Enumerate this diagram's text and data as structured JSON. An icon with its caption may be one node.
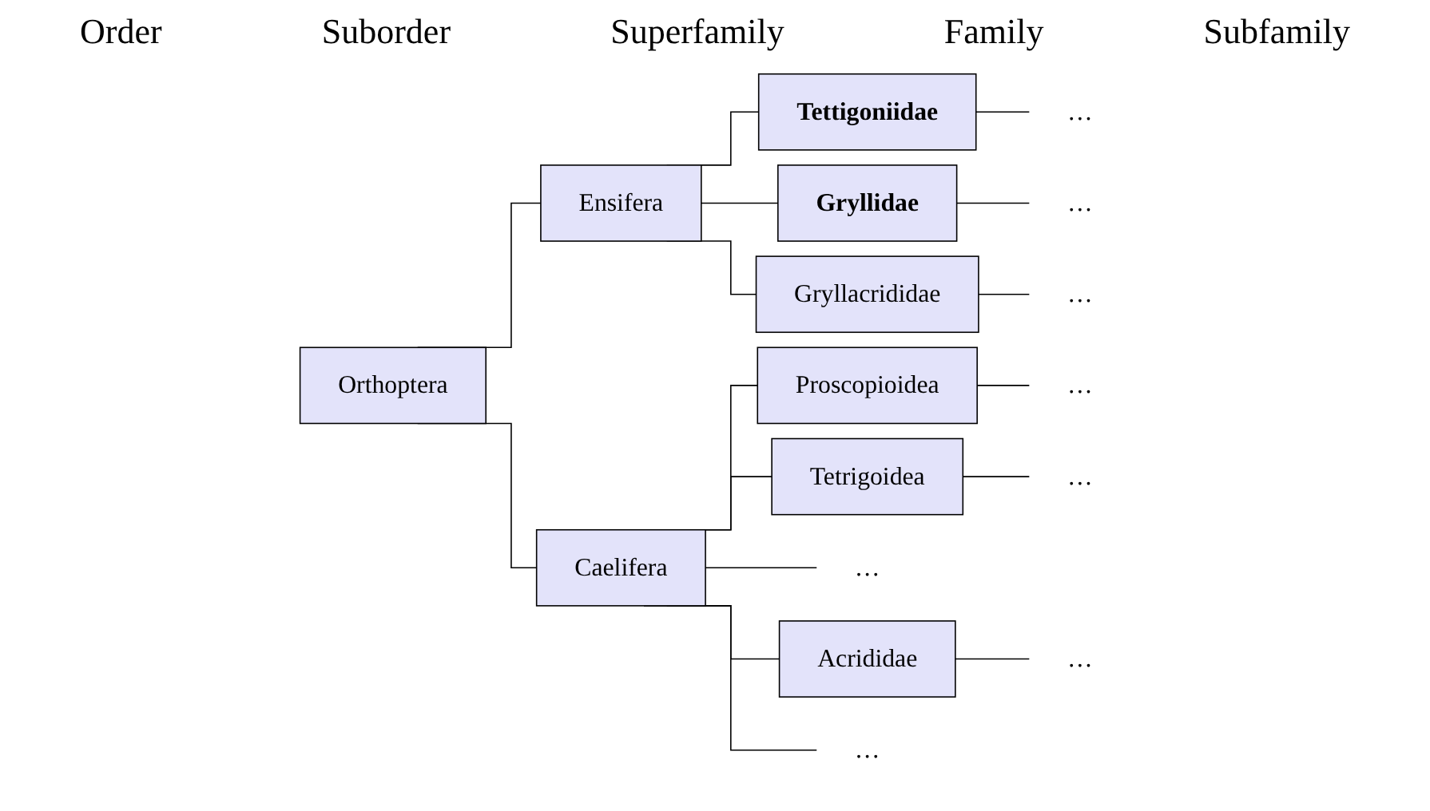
{
  "diagram": {
    "nodes": [
      {
        "text": [
          "Orthoptera"
        ]
      },
      {
        "text": [
          "Ensifera"
        ]
      },
      {
        "text": [
          "Caelifera"
        ]
      },
      {
        "text": [
          "Tettigoniidae"
        ]
      },
      {
        "text": [
          "Gryllidae"
        ]
      },
      {
        "text": [
          "Gryllacrididae"
        ]
      },
      {
        "text": [
          "…"
        ]
      },
      {
        "text": [
          "…"
        ]
      },
      {
        "text": [
          "…"
        ]
      },
      {
        "text": [
          "Proscopioidea"
        ]
      },
      {
        "text": [
          "Tetrigoidea"
        ]
      },
      {
        "text": [
          "…"
        ]
      },
      {
        "text": [
          "Acrididae"
        ]
      },
      {
        "text": [
          "…"
        ]
      },
      {
        "text": [
          "…"
        ]
      },
      {
        "text": [
          "…"
        ]
      },
      {
        "text": [
          "…"
        ]
      }
    ],
    "edges": [
      {
        "from": 0,
        "to": 1,
        "arrow": "none"
      },
      {
        "from": 0,
        "to": 2,
        "arrow": "none"
      },
      {
        "from": 1,
        "to": 3,
        "arrow": "none"
      },
      {
        "from": 1,
        "to": 4,
        "arrow": "none"
      },
      {
        "from": 1,
        "to": 5,
        "arrow": "none"
      },
      {
        "from": 3,
        "to": 6,
        "arrow": "none"
      },
      {
        "from": 4,
        "to": 7,
        "arrow": "none"
      },
      {
        "from": 5,
        "to": 8,
        "arrow": "none"
      },
      {
        "from": 2,
        "to": 9,
        "arrow": "none"
      },
      {
        "from": 2,
        "to": 10,
        "arrow": "none"
      },
      {
        "from": 2,
        "to": 11,
        "arrow": "none"
      },
      {
        "from": 2,
        "to": 12,
        "arrow": "none"
      },
      {
        "from": 2,
        "to": 16,
        "arrow": "none"
      },
      {
        "from": 9,
        "to": 13,
        "arrow": "none"
      },
      {
        "from": 10,
        "to": 14,
        "arrow": "none"
      },
      {
        "from": 12,
        "to": 15,
        "arrow": "none"
      }
    ],
    "labels": [
      "Order",
      "Suborder",
      "Superfamily",
      "Family",
      "Subfamily"
    ]
  }
}
